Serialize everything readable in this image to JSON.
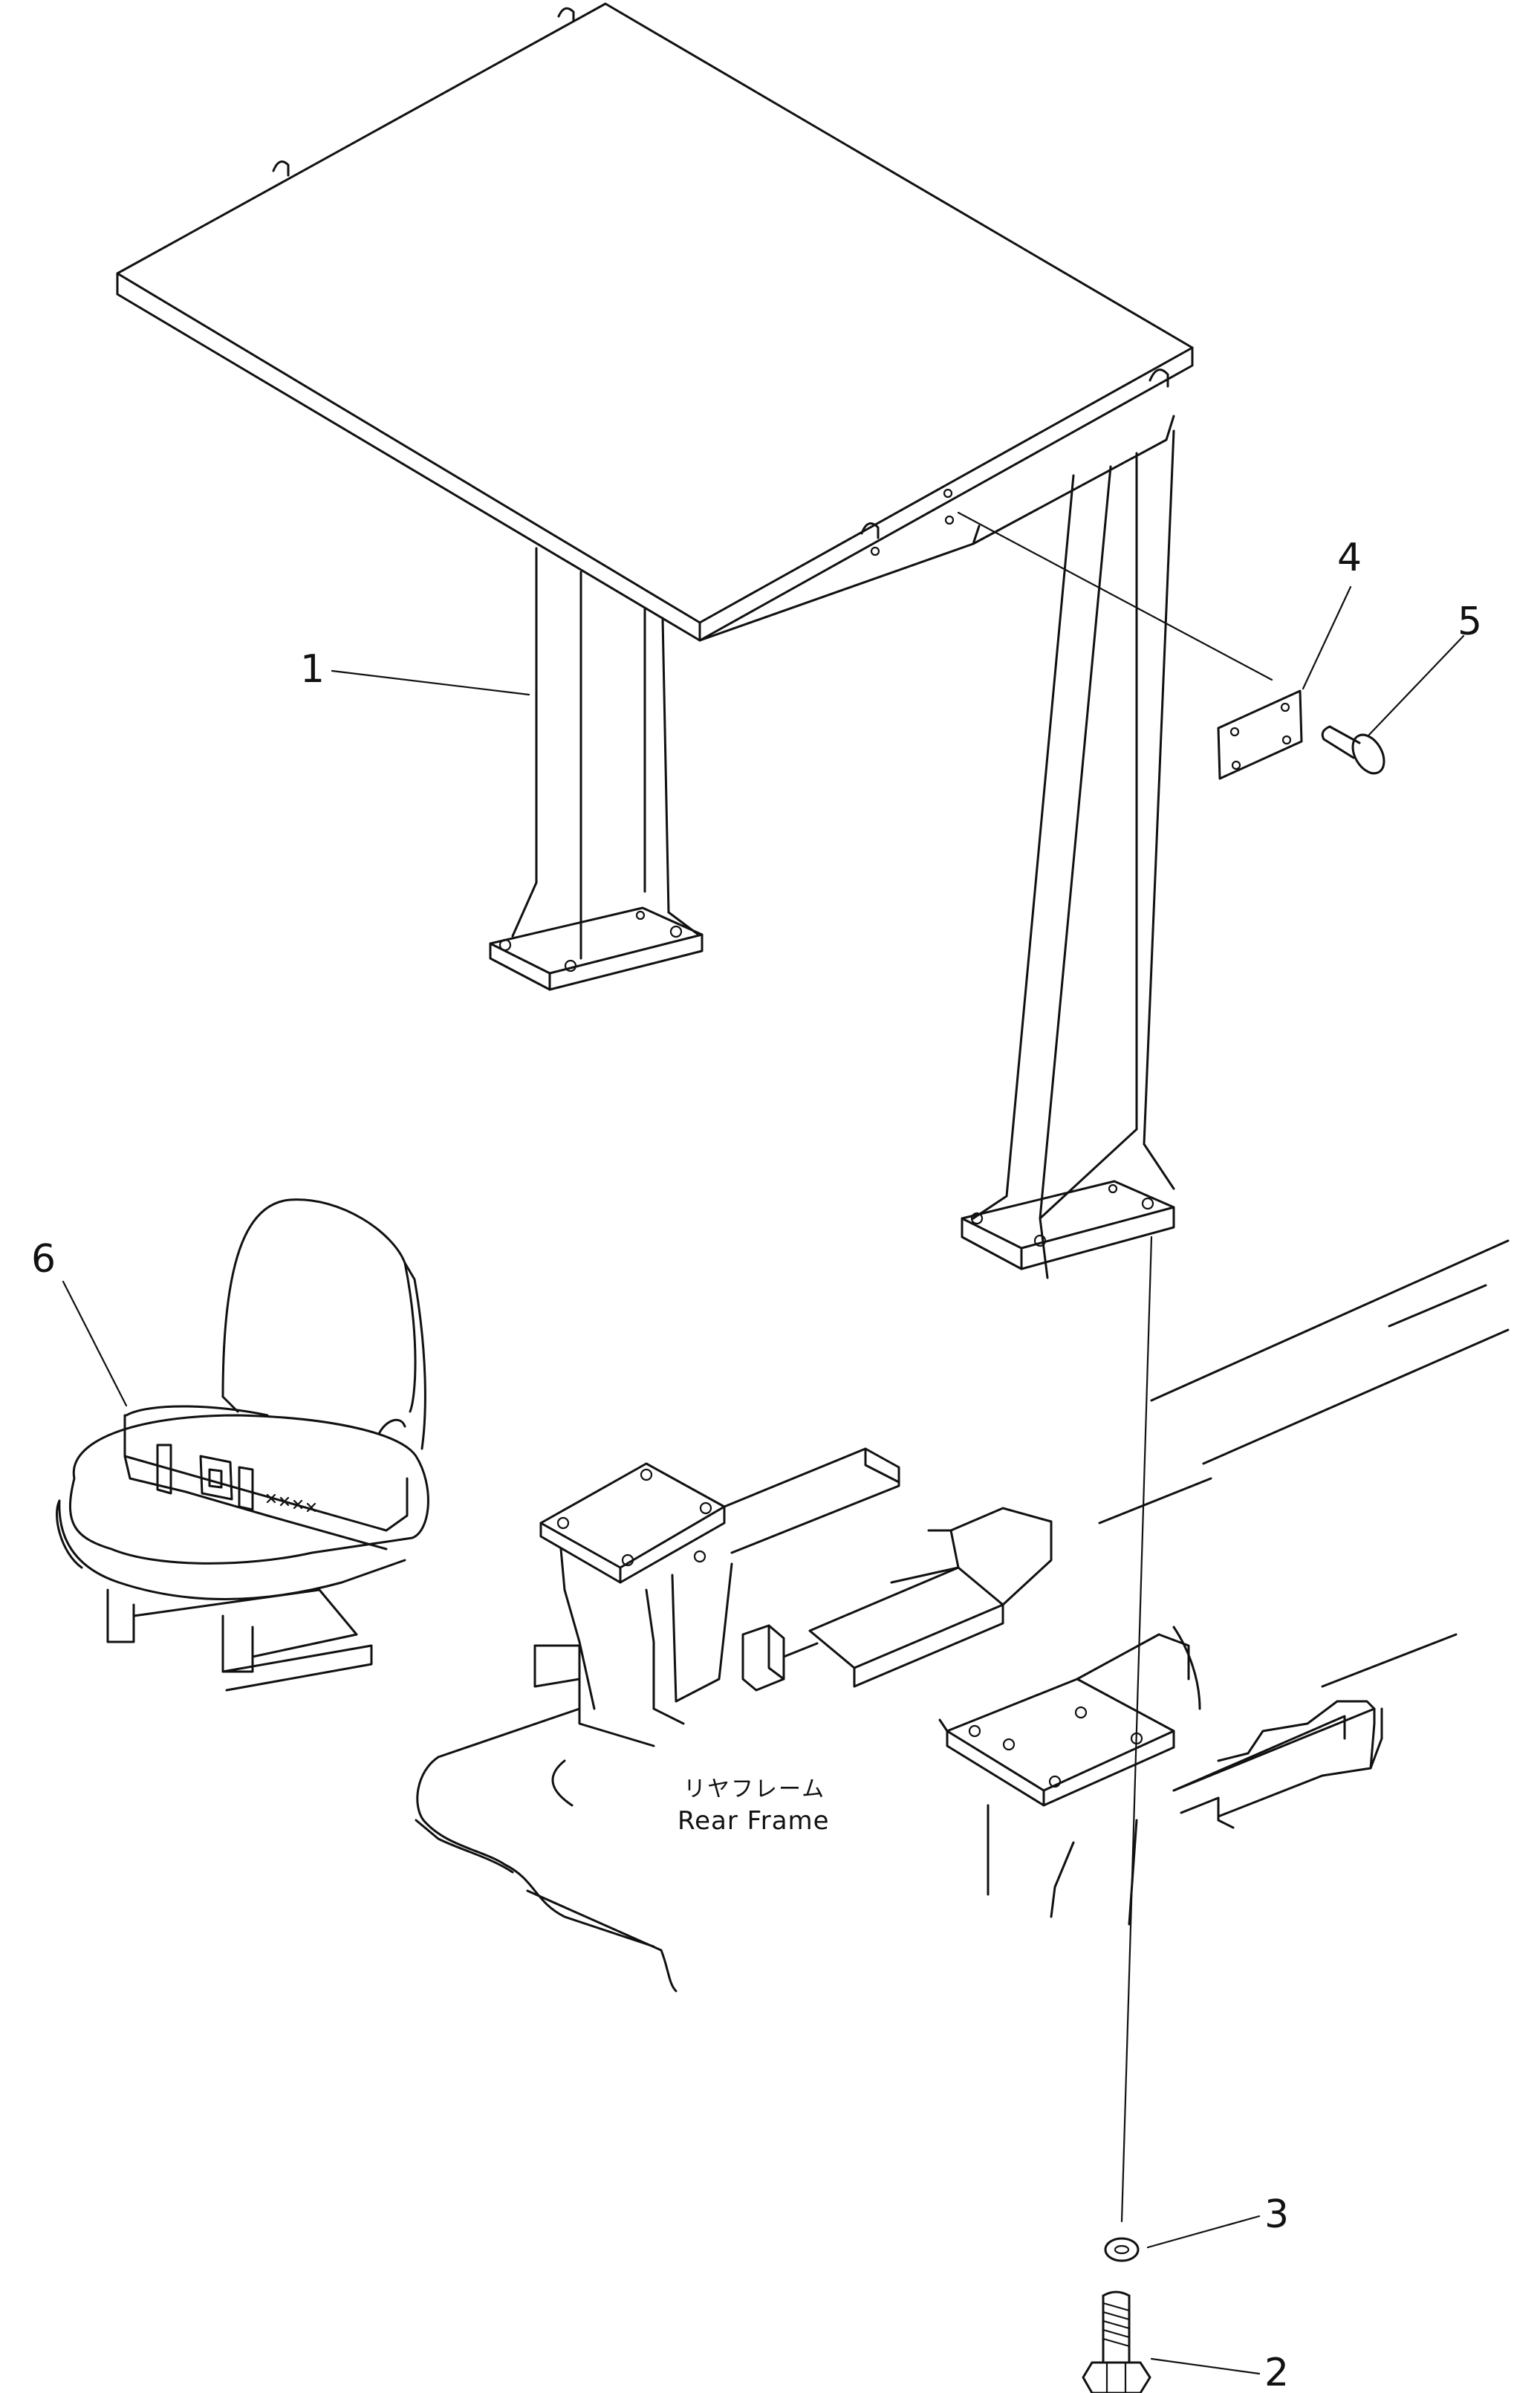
{
  "callouts": [
    {
      "id": "1",
      "label": "1",
      "part": "canopy"
    },
    {
      "id": "2",
      "label": "2",
      "part": "bolt"
    },
    {
      "id": "3",
      "label": "3",
      "part": "washer"
    },
    {
      "id": "4",
      "label": "4",
      "part": "plate"
    },
    {
      "id": "5",
      "label": "5",
      "part": "screw"
    },
    {
      "id": "6",
      "label": "6",
      "part": "seat-belt"
    }
  ],
  "labels": {
    "rear_frame_jp": "リヤフレーム",
    "rear_frame_en": "Rear Frame"
  },
  "colors": {
    "line": "#111111",
    "background": "#ffffff"
  }
}
